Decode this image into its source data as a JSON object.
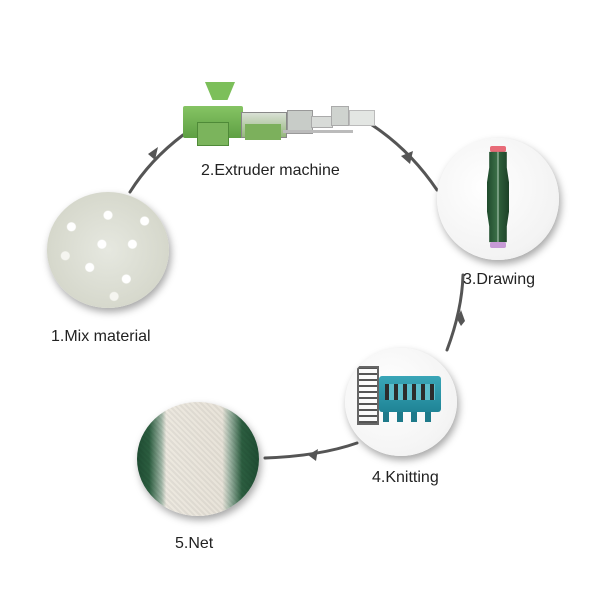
{
  "diagram": {
    "type": "process-cycle",
    "accent_colors": {
      "arrow": "#555555",
      "net_green": "#1f4d33",
      "machine_green": "#6cab4e",
      "knitting_teal": "#2b98aa"
    },
    "steps": [
      {
        "number": 1,
        "label": "1.Mix material",
        "image": "plastic-pellets"
      },
      {
        "number": 2,
        "label": "2.Extruder machine",
        "image": "extruder-production-line"
      },
      {
        "number": 3,
        "label": "3.Drawing",
        "image": "green-yarn-bobbin"
      },
      {
        "number": 4,
        "label": "4.Knitting",
        "image": "knitting-machine"
      },
      {
        "number": 5,
        "label": "5.Net",
        "image": "green-white-shade-net"
      }
    ],
    "arrows": [
      {
        "from": 1,
        "to": 2
      },
      {
        "from": 2,
        "to": 3
      },
      {
        "from": 3,
        "to": 4
      },
      {
        "from": 4,
        "to": 5
      }
    ]
  }
}
